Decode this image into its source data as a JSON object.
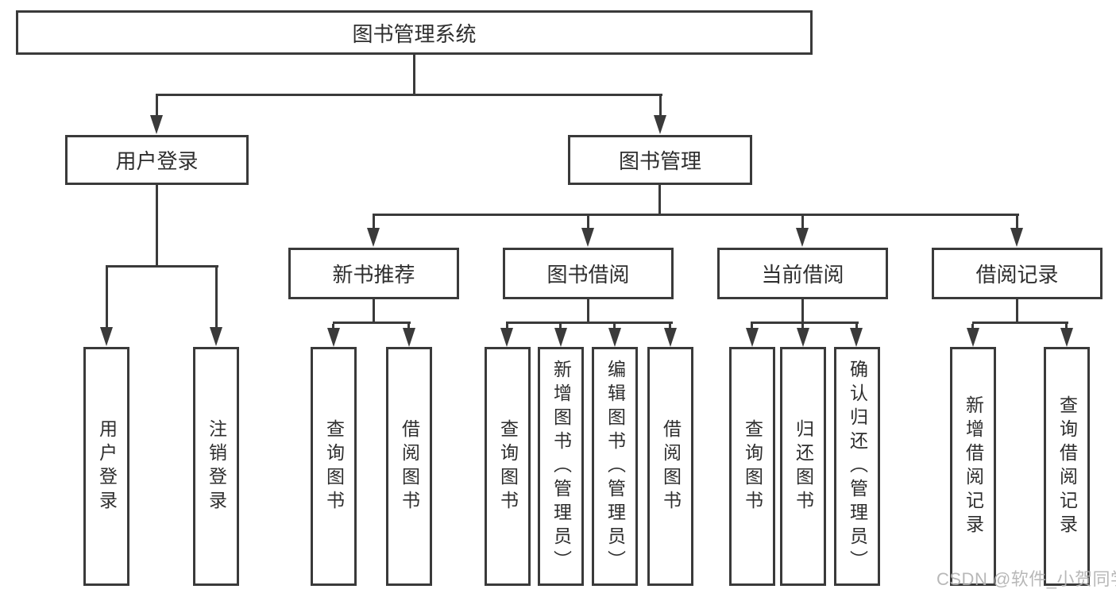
{
  "diagram": {
    "root": "图书管理系统",
    "level2": {
      "user_login": "用户登录",
      "book_mgmt": "图书管理"
    },
    "level3": {
      "new_books": "新书推荐",
      "book_borrow": "图书借阅",
      "current_borrow": "当前借阅",
      "borrow_records": "借阅记录"
    },
    "leaves": {
      "user_login": "用户登录",
      "logout": "注销登录",
      "nb_query_books": "查询图书",
      "nb_borrow_books": "借阅图书",
      "bb_query_books": "查询图书",
      "bb_add_books": "新增图书（管理员）",
      "bb_edit_books": "编辑图书（管理员）",
      "bb_borrow_books": "借阅图书",
      "cb_query_books": "查询图书",
      "cb_return_books": "归还图书",
      "cb_confirm_return": "确认归还（管理员）",
      "br_add_record": "新增借阅记录",
      "br_query_record": "查询借阅记录"
    }
  },
  "watermark": "CSDN @软件_小贺同学",
  "colors": {
    "line": "#3a3a3a",
    "text": "#2e2e2e",
    "watermark": "#b2b2b2",
    "background": "#ffffff"
  }
}
